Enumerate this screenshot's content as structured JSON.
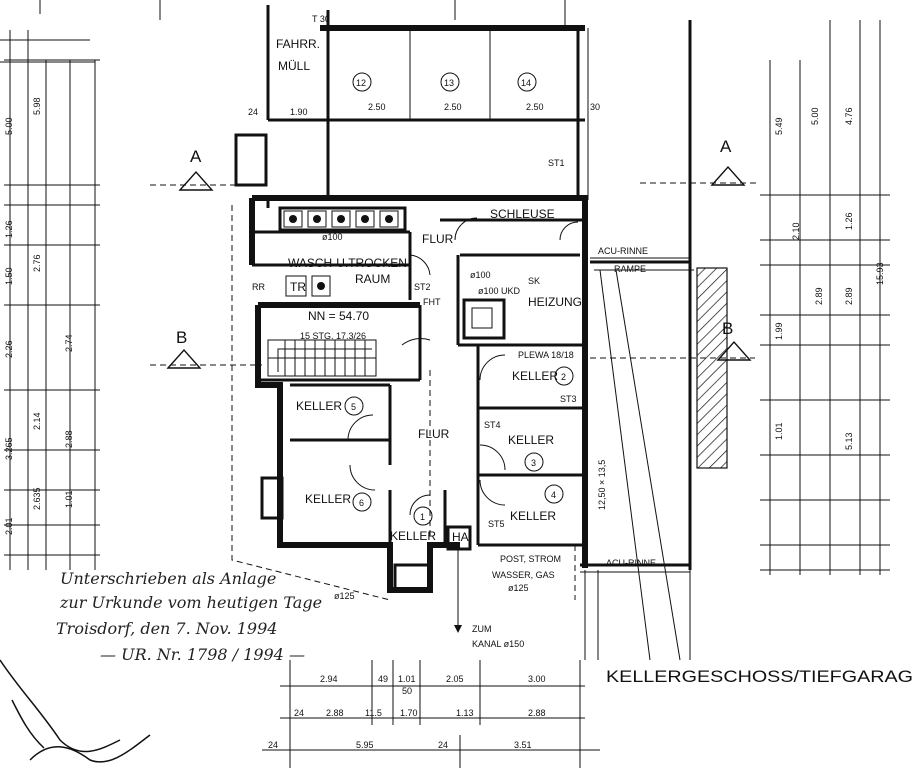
{
  "title": "KELLERGESCHOSS/TIEFGARAG",
  "rooms": {
    "fahrr": "FAHRR.",
    "muell": "MÜLL",
    "flur_top": "FLUR",
    "schleuse": "SCHLEUSE",
    "wasch": "WASCH-U.TROCKEN",
    "raum": "RAUM",
    "tr": "TR",
    "heizung": "HEIZUNG",
    "nn": "NN = 54.70",
    "stg": "15 STG. 17.3/26",
    "keller5": "KELLER",
    "keller6": "KELLER",
    "flur_main": "FLUR",
    "keller1": "KELLER",
    "keller2": "KELLER",
    "keller3": "KELLER",
    "keller4": "KELLER",
    "plewa": "PLEWA 18/18",
    "ha": "HA",
    "post": "POST, STROM",
    "wasser": "WASSER, GAS",
    "rampe": "RAMPE",
    "acu1": "ACU-RINNE",
    "acu2": "ACU-RINNE",
    "zum": "ZUM",
    "kanal": "KANAL ø150"
  },
  "room_numbers": {
    "n12": "12",
    "n13": "13",
    "n14": "14",
    "k5": "5",
    "k6": "6",
    "k1": "1",
    "k2": "2",
    "k3": "3",
    "k4": "4"
  },
  "section_marks": {
    "a_left": "A",
    "a_right": "A",
    "b_left": "B",
    "b_right": "B"
  },
  "stamp": {
    "line1": "Unterschrieben als Anlage",
    "line2": "zur Urkunde vom heutigen Tage",
    "line3": "Troisdorf, den 7. Nov. 1994",
    "line4": "— UR. Nr. 1798 / 1994 —"
  },
  "dims": {
    "d190": "1.90",
    "d250a": "2.50",
    "d250b": "2.50",
    "d250c": "2.50",
    "t30": "T 30",
    "d24": "24",
    "d30": "30",
    "d1250": "12,50 × 13,5",
    "b294": "2.94",
    "b49": "49",
    "b101": "1.01",
    "b205": "2.05",
    "b300": "3.00",
    "b24": "24",
    "b288a": "2.88",
    "b115": "11.5",
    "b170": "1.70",
    "b113": "1.13",
    "b288b": "2.88",
    "b595": "5.95",
    "b351": "3.51",
    "b50": "50",
    "l500": "5.00",
    "l598": "5.98",
    "l126": "1.26",
    "l150": "1.50",
    "l276": "2.76",
    "l274": "2.74",
    "l226": "2.26",
    "l3265": "3.265",
    "l288": "2.88",
    "l214": "2.14",
    "l2635": "2.635",
    "l201": "2.01",
    "l101": "1.01",
    "r549": "5.49",
    "r500": "5.00",
    "r476": "4.76",
    "r1593": "15.93",
    "r289a": "2.89",
    "r289b": "2.89",
    "r199": "1.99",
    "r513": "5.13",
    "r101": "1.01",
    "r210": "2.10",
    "r126": "1.26"
  },
  "pipes": {
    "p100a": "ø100",
    "p100b": "ø100",
    "p100ukd": "ø100 UKD",
    "p125a": "ø125",
    "p125b": "ø125",
    "st1": "ST1",
    "st2": "ST2",
    "st3": "ST3",
    "st4": "ST4",
    "st5": "ST5",
    "rr": "RR",
    "sk": "SK",
    "fht": "FHT"
  }
}
